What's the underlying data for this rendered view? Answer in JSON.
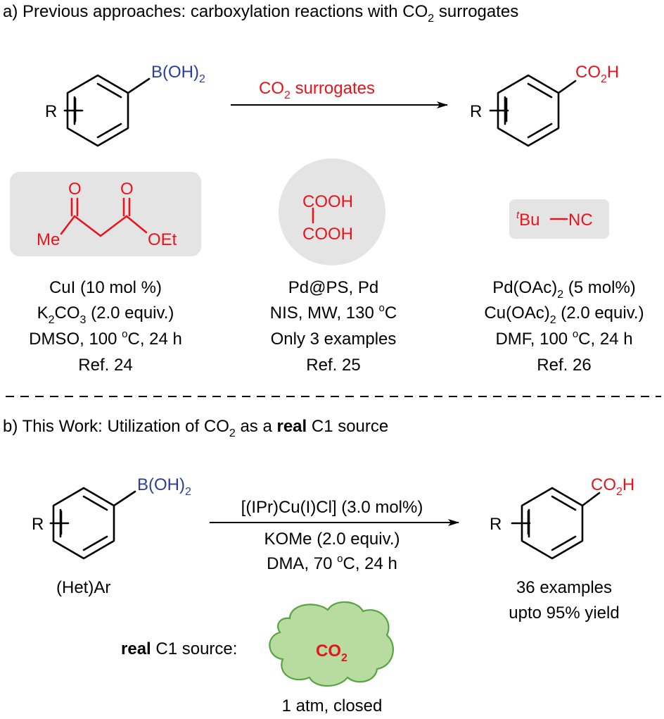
{
  "colors": {
    "red": "#e8141b",
    "blue": "#2b3e98",
    "box_gray": "#e4e4e4",
    "cloud_fill": "#b8dca0",
    "cloud_stroke": "#55a540"
  },
  "section_a": {
    "title_pre": "a) Previous approaches: carboxylation reactions with CO",
    "title_sub": "2",
    "title_post": " surrogates",
    "arrow": {
      "main": "CO",
      "sub": "2",
      "post": " surrogates"
    },
    "reactant": {
      "r_group": "R",
      "boron": "B(OH)",
      "boron_sub": "2"
    },
    "product": {
      "r_group": "R",
      "acid": "CO",
      "acid_sub": "2",
      "acid_post": "H"
    }
  },
  "reagent_1": {
    "me": "Me",
    "o1": "O",
    "o2": "O",
    "oet": "OEt",
    "line1": "CuI (10 mol %)",
    "line2_pre": "K",
    "line2_sub1": "2",
    "line2_mid": "CO",
    "line2_sub2": "3",
    "line2_post": " (2.0 equiv.)",
    "line3_pre": "DMSO, 100 ",
    "line3_sup": "o",
    "line3_post": "C, 24 h",
    "ref": "Ref. 24"
  },
  "reagent_2": {
    "cooh_top": "COOH",
    "cooh_bottom": "COOH",
    "line1": "Pd@PS, Pd",
    "line2_pre": "NIS, MW, 130 ",
    "line2_sup": "o",
    "line2_post": "C",
    "line3": "Only 3 examples",
    "ref": "Ref. 25"
  },
  "reagent_3": {
    "t_sup": "t",
    "bu": "Bu",
    "nc": "NC",
    "line1_pre": "Pd(OAc)",
    "line1_sub": "2",
    "line1_post": " (5 mol%)",
    "line2_pre": "Cu(OAc)",
    "line2_sub": "2",
    "line2_post": " (2.0 equiv.)",
    "line3_pre": "DMF, 100 ",
    "line3_sup": "o",
    "line3_post": "C, 24 h",
    "ref": "Ref. 26"
  },
  "section_b": {
    "title_pre": "b) This Work: Utilization of CO",
    "title_sub": "2",
    "title_mid": " as a ",
    "title_bold": "real",
    "title_post": " C1 source",
    "reactant": {
      "r_group": "R",
      "boron": "B(OH)",
      "boron_sub": "2",
      "label": "(Het)Ar"
    },
    "conditions": {
      "line1": "[(IPr)Cu(I)Cl] (3.0 mol%)",
      "line2": "KOMe  (2.0 equiv.)",
      "line3_pre": "DMA, 70 ",
      "line3_sup": "o",
      "line3_post": "C, 24 h"
    },
    "product": {
      "r_group": "R",
      "acid": "CO",
      "acid_sub": "2",
      "acid_post": "H",
      "result1": "36 examples",
      "result2": "upto 95% yield"
    },
    "source": {
      "label_bold": "real",
      "label_rest": " C1 source:",
      "co2": "CO",
      "co2_sub": "2",
      "caption": "1 atm, closed"
    }
  }
}
